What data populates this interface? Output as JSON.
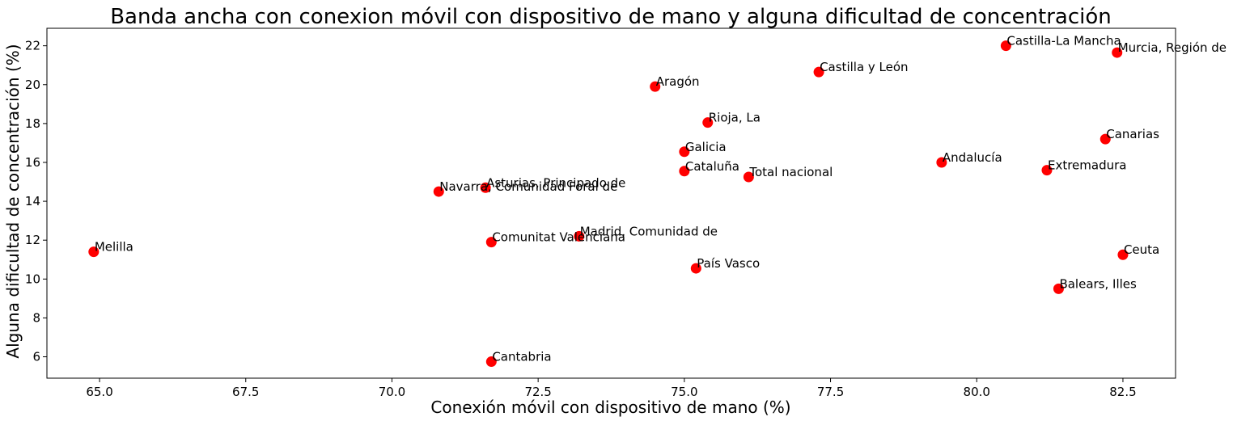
{
  "chart_data": {
    "type": "scatter",
    "title": "Banda ancha con conexion móvil con dispositivo de mano y alguna dificultad de concentración",
    "xlabel": "Conexión móvil con dispositivo de mano (%)",
    "ylabel": "Alguna dificultad de concentración (%)",
    "xlim": [
      64.1,
      83.4
    ],
    "ylim": [
      4.9,
      22.9
    ],
    "xticks": [
      65.0,
      67.5,
      70.0,
      72.5,
      75.0,
      77.5,
      80.0,
      82.5
    ],
    "xtick_labels": [
      "65.0",
      "67.5",
      "70.0",
      "72.5",
      "75.0",
      "77.5",
      "80.0",
      "82.5"
    ],
    "yticks": [
      6,
      8,
      10,
      12,
      14,
      16,
      18,
      20,
      22
    ],
    "ytick_labels": [
      "6",
      "8",
      "10",
      "12",
      "14",
      "16",
      "18",
      "20",
      "22"
    ],
    "grid": false,
    "marker_color": "#ff0000",
    "points": [
      {
        "label": "Castilla-La Mancha",
        "x": 80.5,
        "y": 22.0
      },
      {
        "label": "Murcia, Región de",
        "x": 82.4,
        "y": 21.65
      },
      {
        "label": "Castilla y León",
        "x": 77.3,
        "y": 20.65
      },
      {
        "label": "Aragón",
        "x": 74.5,
        "y": 19.9
      },
      {
        "label": "Rioja, La",
        "x": 75.4,
        "y": 18.05
      },
      {
        "label": "Canarias",
        "x": 82.2,
        "y": 17.2
      },
      {
        "label": "Galicia",
        "x": 75.0,
        "y": 16.55
      },
      {
        "label": "Andalucía",
        "x": 79.4,
        "y": 16.0
      },
      {
        "label": "Extremadura",
        "x": 81.2,
        "y": 15.6
      },
      {
        "label": "Cataluña",
        "x": 75.0,
        "y": 15.55
      },
      {
        "label": "Total nacional",
        "x": 76.1,
        "y": 15.25
      },
      {
        "label": "Asturias, Principado de",
        "x": 71.6,
        "y": 14.7
      },
      {
        "label": "Navarra, Comunidad Foral de",
        "x": 70.8,
        "y": 14.5
      },
      {
        "label": "Madrid, Comunidad de",
        "x": 73.2,
        "y": 12.2
      },
      {
        "label": "Comunitat Valenciana",
        "x": 71.7,
        "y": 11.9
      },
      {
        "label": "Melilla",
        "x": 64.9,
        "y": 11.4
      },
      {
        "label": "Ceuta",
        "x": 82.5,
        "y": 11.25
      },
      {
        "label": "País Vasco",
        "x": 75.2,
        "y": 10.55
      },
      {
        "label": "Balears, Illes",
        "x": 81.4,
        "y": 9.5
      },
      {
        "label": "Cantabria",
        "x": 71.7,
        "y": 5.75
      }
    ]
  }
}
